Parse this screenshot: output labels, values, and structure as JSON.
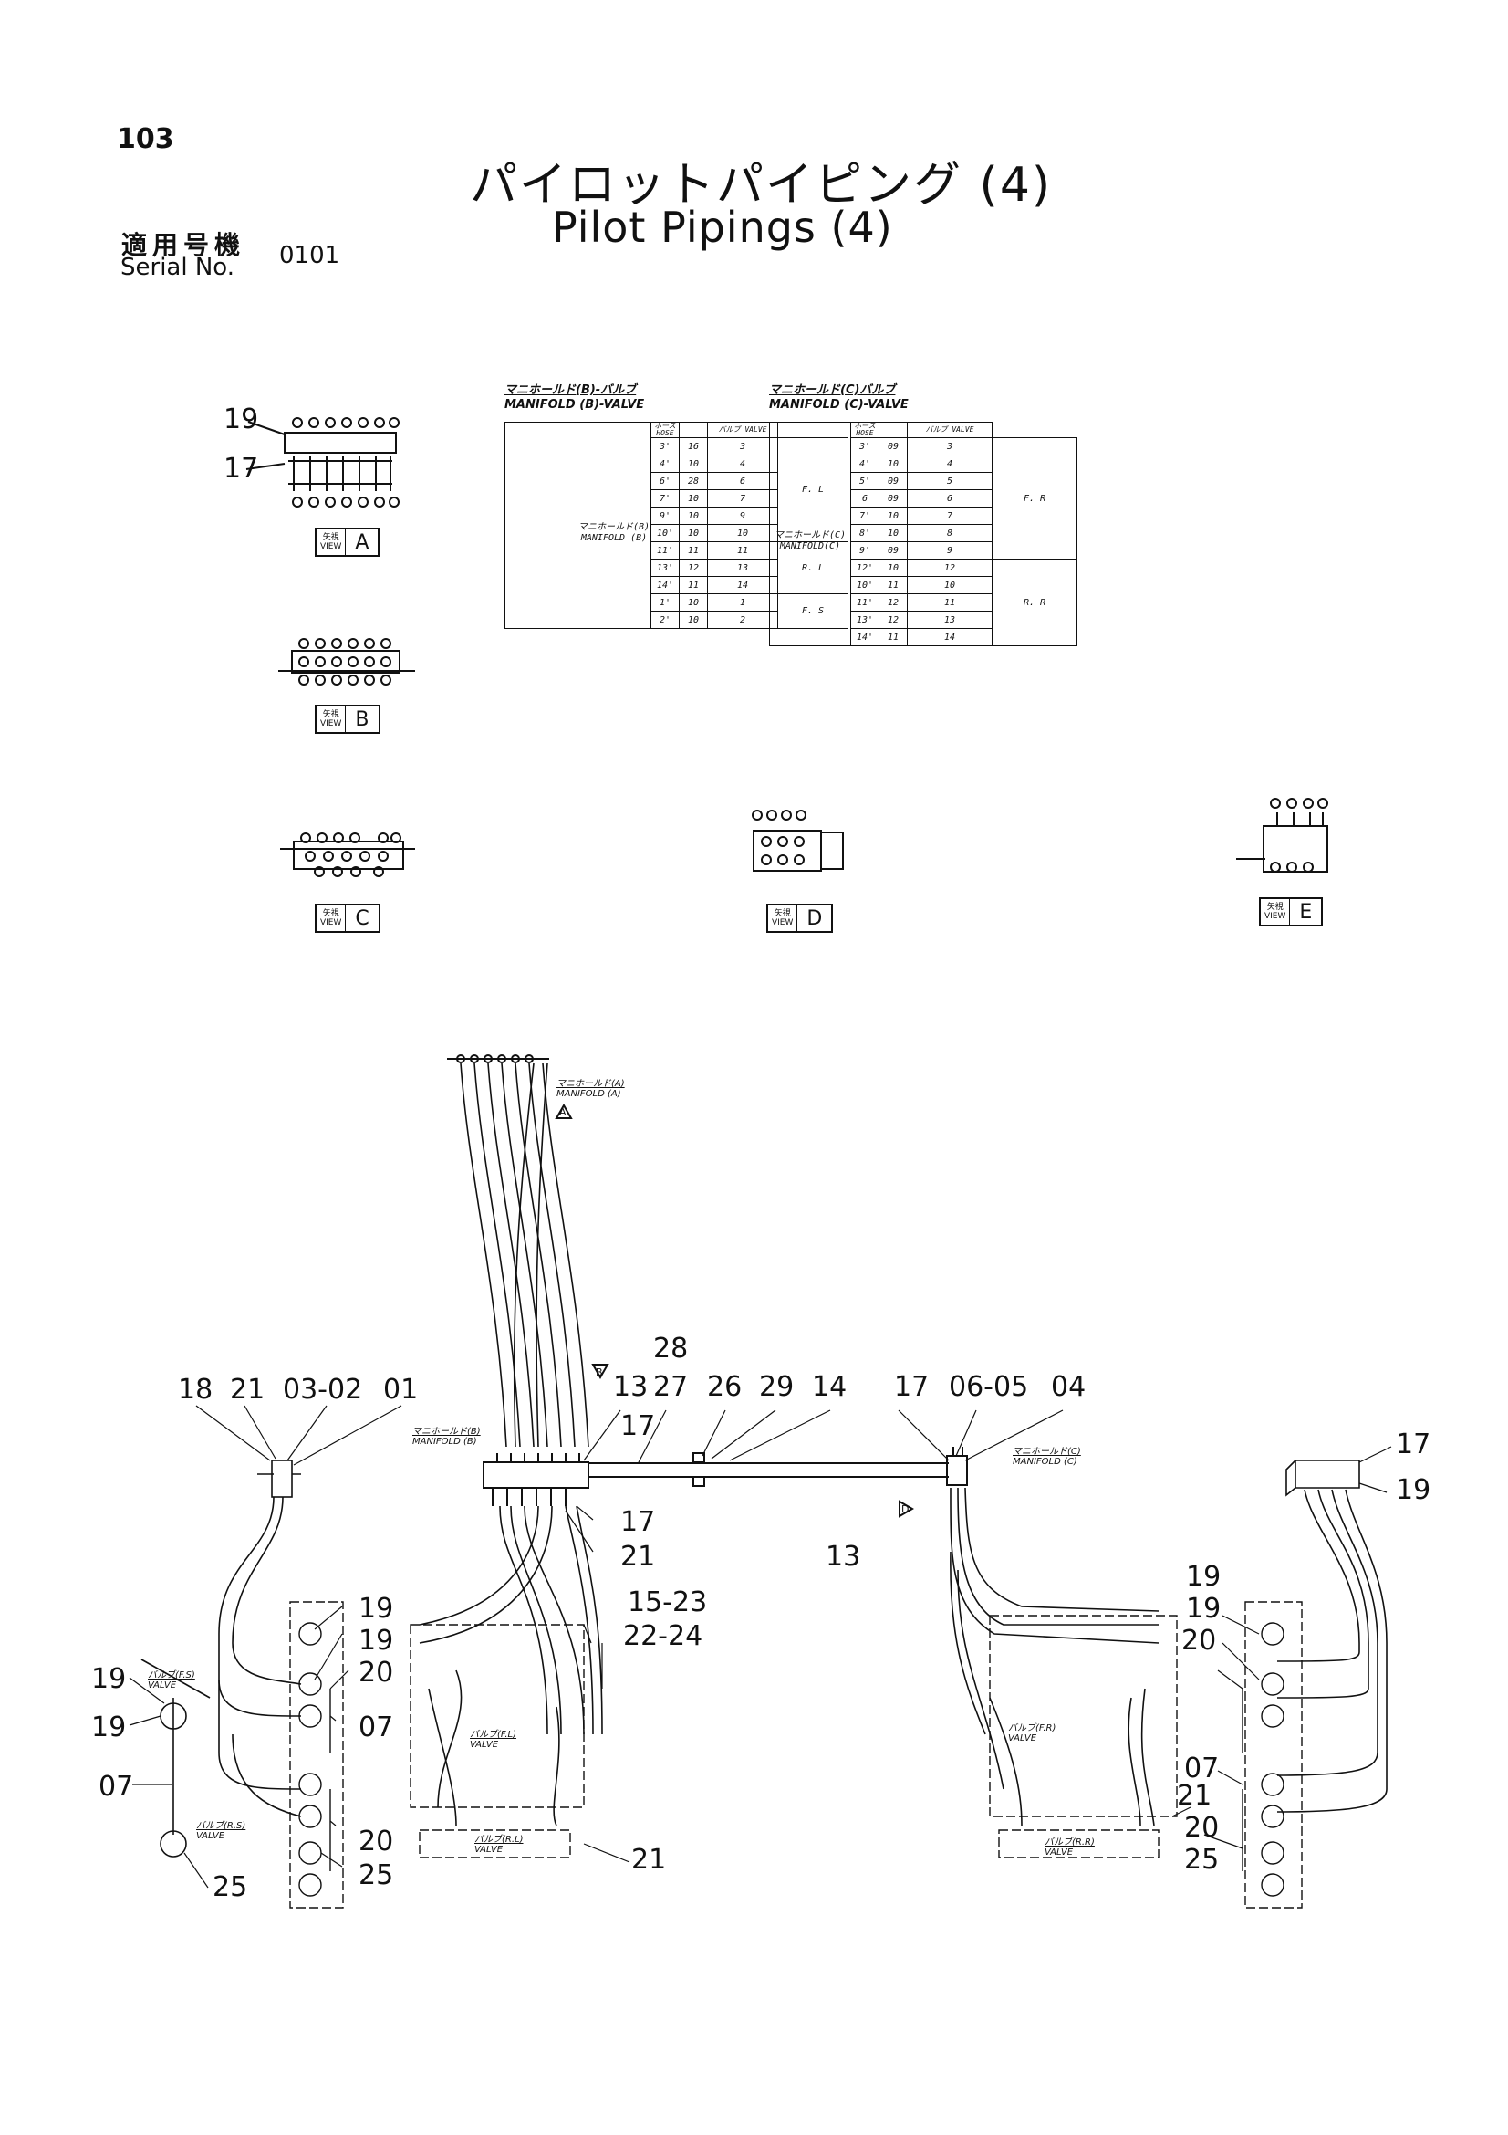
{
  "page_number": "103",
  "title_jp": "パイロットパイピング (4)",
  "title_en": "Pilot Pipings (4)",
  "serial": {
    "label_jp": "適用号機",
    "label_en": "Serial No.",
    "value": "0101"
  },
  "table_b": {
    "title_jp": "マニホールド(B)-バルブ",
    "title_en": "MANIFOLD (B)-VALVE",
    "head_hose": "ホース HOSE",
    "head_valve": "バルブ VALVE",
    "row_label_jp": "マニホールド(B)",
    "row_label_en": "MANIFOLD (B)",
    "rows": [
      {
        "c1": "3'",
        "c2": "16",
        "c3": "3"
      },
      {
        "c1": "4'",
        "c2": "10",
        "c3": "4"
      },
      {
        "c1": "6'",
        "c2": "28",
        "c3": "6"
      },
      {
        "c1": "7'",
        "c2": "10",
        "c3": "7"
      },
      {
        "c1": "9'",
        "c2": "10",
        "c3": "9"
      },
      {
        "c1": "10'",
        "c2": "10",
        "c3": "10"
      },
      {
        "c1": "11'",
        "c2": "11",
        "c3": "11"
      },
      {
        "c1": "13'",
        "c2": "12",
        "c3": "13"
      },
      {
        "c1": "14'",
        "c2": "11",
        "c3": "14"
      },
      {
        "c1": "1'",
        "c2": "10",
        "c3": "1"
      },
      {
        "c1": "2'",
        "c2": "10",
        "c3": "2"
      }
    ],
    "groups": [
      "F. L",
      "R. L",
      "F. S"
    ]
  },
  "table_c": {
    "title_jp": "マニホールド(C)バルブ",
    "title_en": "MANIFOLD (C)-VALVE",
    "head_hose": "ホース HOSE",
    "head_valve": "バルブ VALVE",
    "row_label_jp": "マニホールド(C)",
    "row_label_en": "MANIFOLD(C)",
    "rows": [
      {
        "c1": "3'",
        "c2": "09",
        "c3": "3"
      },
      {
        "c1": "4'",
        "c2": "10",
        "c3": "4"
      },
      {
        "c1": "5'",
        "c2": "09",
        "c3": "5"
      },
      {
        "c1": "6",
        "c2": "09",
        "c3": "6"
      },
      {
        "c1": "7'",
        "c2": "10",
        "c3": "7"
      },
      {
        "c1": "8'",
        "c2": "10",
        "c3": "8"
      },
      {
        "c1": "9'",
        "c2": "09",
        "c3": "9"
      },
      {
        "c1": "12'",
        "c2": "10",
        "c3": "12"
      },
      {
        "c1": "10'",
        "c2": "11",
        "c3": "10"
      },
      {
        "c1": "11'",
        "c2": "12",
        "c3": "11"
      },
      {
        "c1": "13'",
        "c2": "12",
        "c3": "13"
      },
      {
        "c1": "14'",
        "c2": "11",
        "c3": "14"
      }
    ],
    "groups": [
      "F. R",
      "R. R"
    ]
  },
  "views": [
    {
      "jp": "矢視",
      "en": "VIEW",
      "letter": "A"
    },
    {
      "jp": "矢視",
      "en": "VIEW",
      "letter": "B"
    },
    {
      "jp": "矢視",
      "en": "VIEW",
      "letter": "C"
    },
    {
      "jp": "矢視",
      "en": "VIEW",
      "letter": "D"
    },
    {
      "jp": "矢視",
      "en": "VIEW",
      "letter": "E"
    }
  ],
  "view_a_callouts": [
    "19",
    "17"
  ],
  "manifold_labels": {
    "a_jp": "マニホールド(A)",
    "a_en": "MANIFOLD (A)",
    "b_jp": "マニホールド(B)",
    "b_en": "MANIFOLD (B)",
    "c_jp": "マニホールド(C)",
    "c_en": "MANIFOLD (C)"
  },
  "valve_labels": {
    "fs_jp": "バルブ(F.S)",
    "fs_en": "VALVE",
    "rs_jp": "バルブ(R.S)",
    "rs_en": "VALVE",
    "fl_jp": "バルブ(F.L)",
    "fl_en": "VALVE",
    "rl_jp": "バルブ(R.L)",
    "rl_en": "VALVE",
    "fr_jp": "バルブ(F.R)",
    "fr_en": "VALVE",
    "rr_jp": "バルブ(R.R)",
    "rr_en": "VALVE"
  },
  "callouts": {
    "c18": "18",
    "c21a": "21",
    "c0302": "03-02",
    "c01": "01",
    "c28": "28",
    "c13a": "13",
    "c27": "27",
    "c26": "26",
    "c29": "29",
    "c14": "14",
    "c17a": "17",
    "c0605": "06-05",
    "c04": "04",
    "c17b": "17",
    "c17c": "17",
    "c19r": "19",
    "c17d": "17",
    "c21b": "21",
    "c13b": "13",
    "c1523": "15-23",
    "c2224": "22-24",
    "c19a": "19",
    "c19b": "19",
    "c20a": "20",
    "c19c": "19",
    "c19d": "19",
    "c07a": "07",
    "c07b": "07",
    "c20b": "20",
    "c25a": "25",
    "c25b": "25",
    "c21c": "21",
    "c19e": "19",
    "c19f": "19",
    "c20c": "20",
    "c07c": "07",
    "c21d": "21",
    "c20d": "20",
    "c25c": "25"
  }
}
